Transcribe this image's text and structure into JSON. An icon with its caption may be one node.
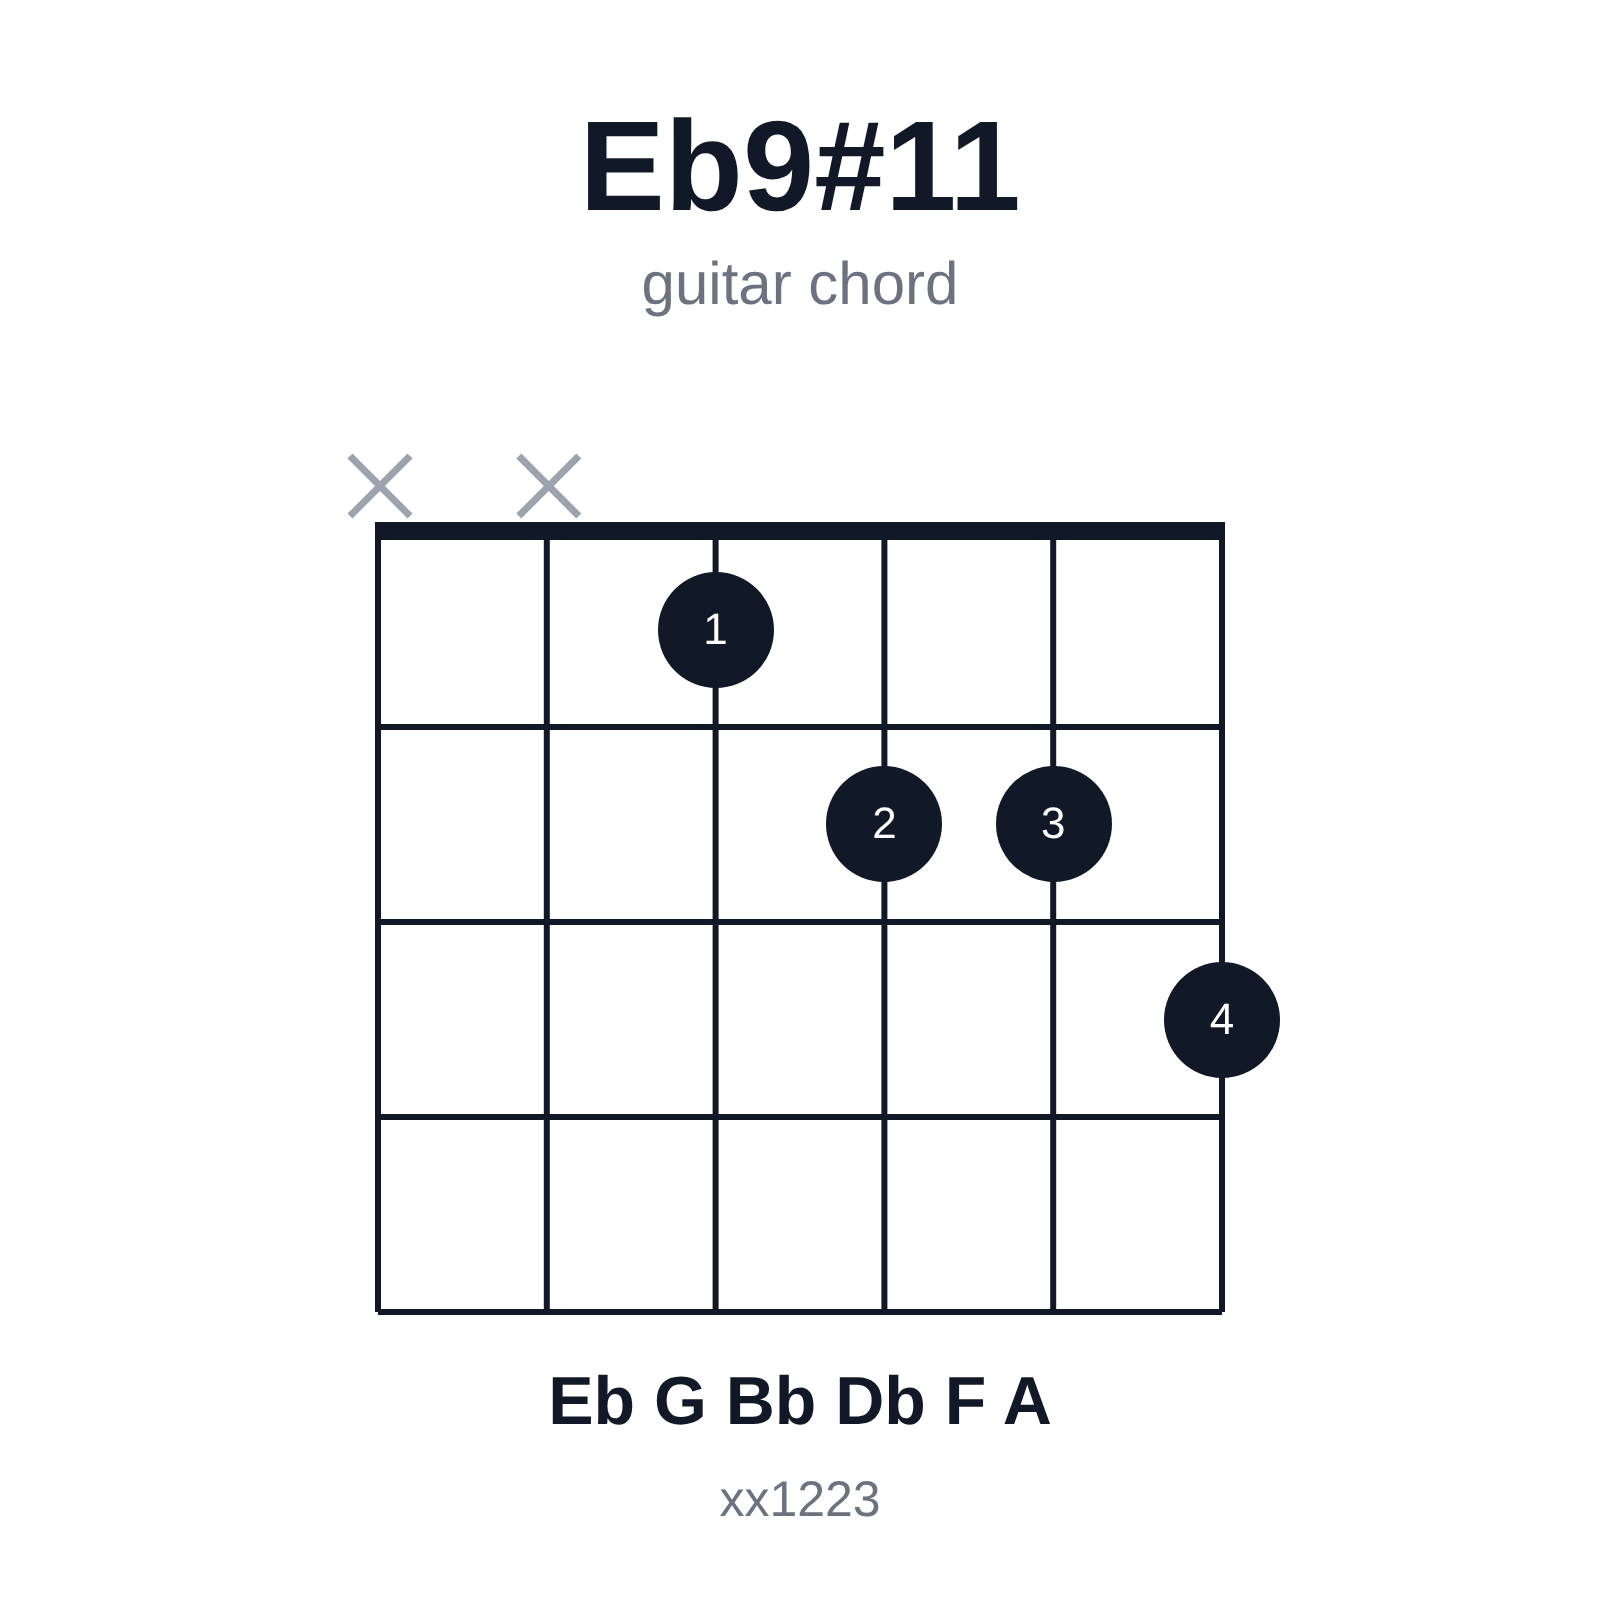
{
  "diagram": {
    "title": "Eb9#11",
    "nodes": [
      {
        "text": [
          "1"
        ]
      },
      {
        "text": [
          "2"
        ]
      },
      {
        "text": [
          "3"
        ]
      },
      {
        "text": [
          "4"
        ]
      }
    ],
    "edges": [],
    "labels": [
      "guitar chord",
      "Eb G Bb Db F A",
      "xx1223"
    ]
  }
}
